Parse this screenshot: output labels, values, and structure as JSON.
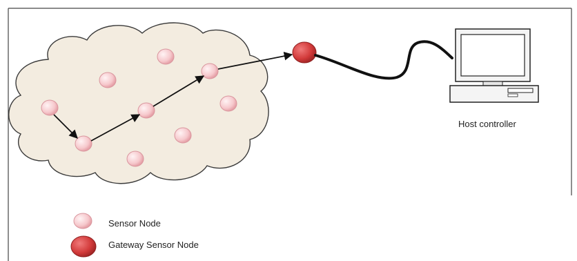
{
  "host": {
    "label": "Host controller"
  },
  "legend": {
    "sensor_node": "Sensor Node",
    "gateway_sensor_node": "Gateway Sensor Node"
  },
  "colors": {
    "cloud_fill": "#f3ece0",
    "cloud_stroke": "#3a3a3a",
    "sensor_fill": "#f6c8cc",
    "sensor_stroke": "#d9969e",
    "gateway_fill": "#d23a3a",
    "gateway_stroke": "#8e1f1f",
    "cable": "#111111",
    "arrow": "#111111",
    "border": "#444444"
  },
  "icons": {
    "host": "desktop-computer-icon",
    "sensor": "sensor-node-icon",
    "gateway": "gateway-node-icon"
  }
}
